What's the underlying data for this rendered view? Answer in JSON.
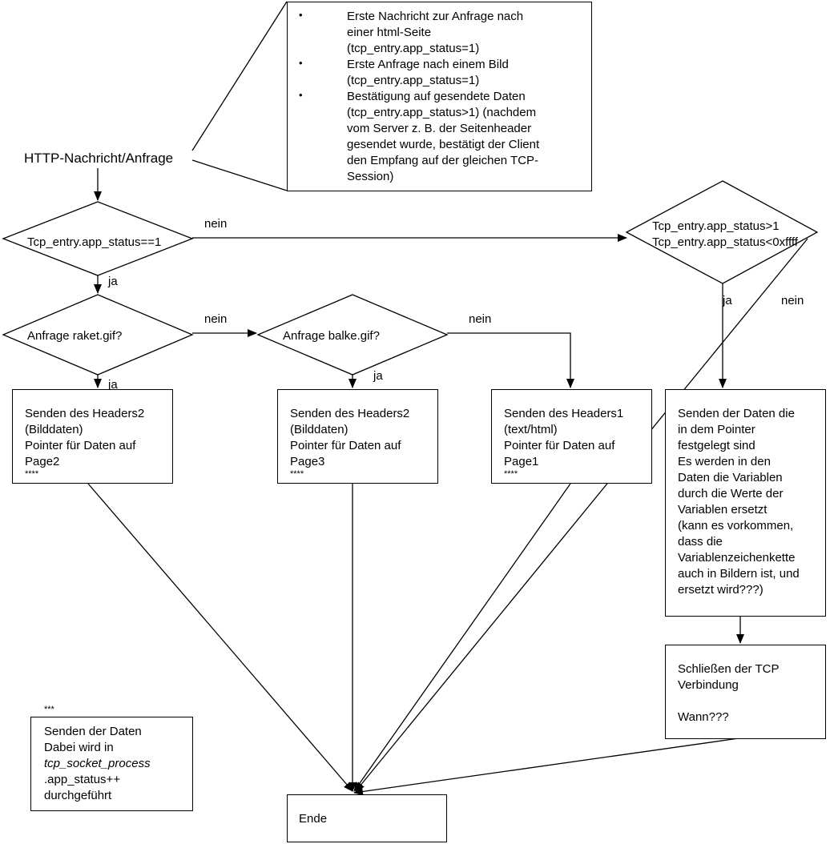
{
  "start_label": "HTTP-Nachricht/Anfrage",
  "note": {
    "items": [
      {
        "bullet": "•",
        "lines": [
          "Erste Nachricht zur Anfrage nach",
          "einer html-Seite",
          "(tcp_entry.app_status=1)"
        ]
      },
      {
        "bullet": "•",
        "lines": [
          "Erste Anfrage nach einem Bild",
          "(tcp_entry.app_status=1)"
        ]
      },
      {
        "bullet": "•",
        "lines": [
          "Bestätigung auf gesendete Daten",
          "(tcp_entry.app_status>1) (nachdem",
          "vom Server z. B. der Seitenheader",
          "gesendet wurde, bestätigt der Client",
          "den Empfang auf der gleichen TCP-",
          "Session)"
        ]
      }
    ]
  },
  "decisions": {
    "status_eq1": "Tcp_entry.app_status==1",
    "raket": "Anfrage raket.gif?",
    "balke": "Anfrage balke.gif?",
    "status_range": [
      "Tcp_entry.app_status>1",
      "Tcp_entry.app_status<0xffff"
    ]
  },
  "edge_labels": {
    "nein_top": "nein",
    "ja_1": "ja",
    "nein_raket": "nein",
    "nein_balke": "nein",
    "ja_raket": "ja",
    "ja_balke": "ja",
    "ja_range": "ja",
    "nein_range": "nein"
  },
  "process_boxes": {
    "header2_page2": [
      "Senden des Headers2",
      "(Bilddaten)",
      "Pointer für Daten auf",
      "Page2",
      "****"
    ],
    "header2_page3": [
      "Senden des Headers2",
      "(Bilddaten)",
      "Pointer für Daten auf",
      "Page3",
      "****"
    ],
    "header1_page1": [
      "Senden des Headers1",
      "(text/html)",
      "Pointer für Daten auf",
      "Page1",
      "****"
    ],
    "send_data": [
      "Senden der Daten die",
      "in dem Pointer",
      "festgelegt sind",
      "Es werden in den",
      "Daten die Variablen",
      "durch die Werte der",
      "Variablen ersetzt",
      "(kann es vorkommen,",
      "dass die",
      "Variablenzeichenkette",
      "auch in Bildern ist, und",
      "ersetzt wird???)"
    ],
    "close_tcp": [
      "Schließen der TCP",
      "Verbindung",
      "",
      "Wann???"
    ]
  },
  "footnote": {
    "marker": "***",
    "lines": [
      "Senden der Daten",
      "Dabei wird in"
    ],
    "italic": "tcp_socket_process",
    "after": [
      ".app_status++",
      "durchgeführt"
    ]
  },
  "end_label": "Ende"
}
